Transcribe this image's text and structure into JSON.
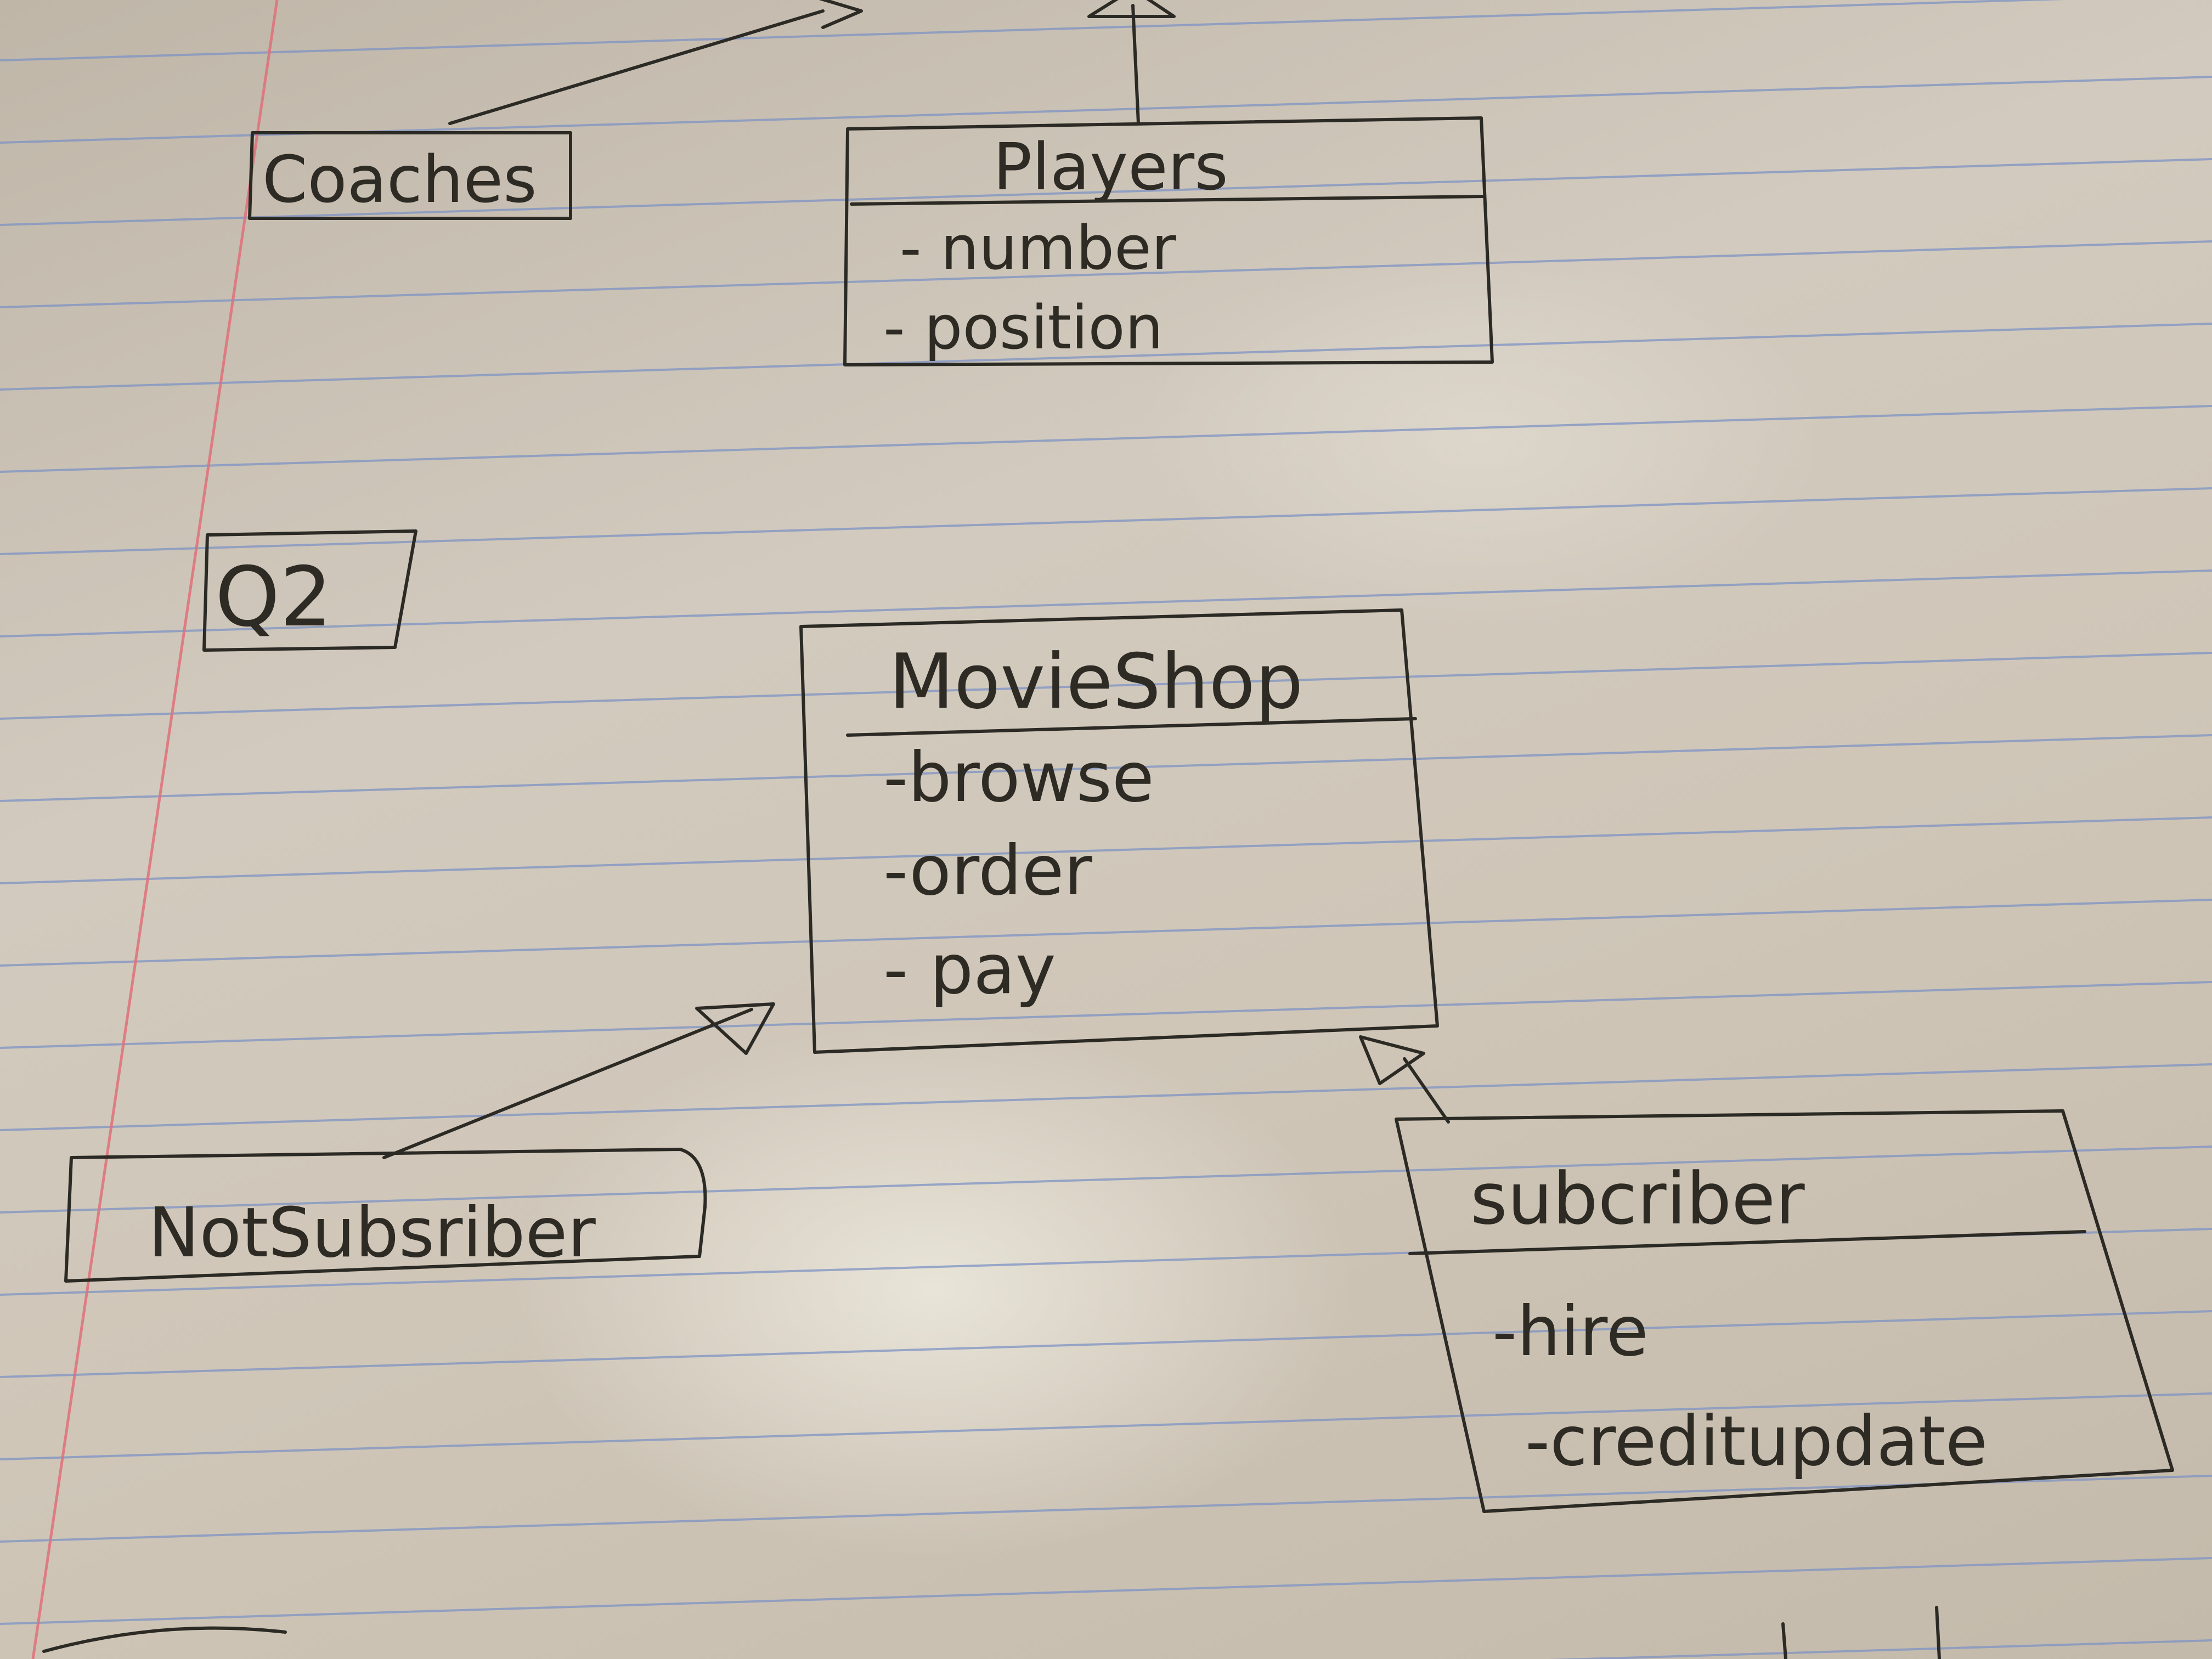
{
  "diagram": {
    "classes": [
      {
        "id": "coaches",
        "name": "Coaches",
        "members": []
      },
      {
        "id": "players",
        "name": "Players",
        "members": [
          "- number",
          "- position"
        ]
      },
      {
        "id": "movieshop",
        "name": "MovieShop",
        "members": [
          "-browse",
          "-order",
          "- pay"
        ]
      },
      {
        "id": "notsubscriber",
        "name": "NotSubsriber",
        "members": []
      },
      {
        "id": "subscriber",
        "name": "subcriber",
        "members": [
          "-hire",
          "-creditupdate"
        ]
      }
    ],
    "section_label": "Q2",
    "relations": [
      {
        "from": "coaches",
        "to": "offscreen-parent",
        "type": "generalization"
      },
      {
        "from": "players",
        "to": "offscreen-parent",
        "type": "generalization"
      },
      {
        "from": "notsubscriber",
        "to": "movieshop",
        "type": "generalization"
      },
      {
        "from": "subscriber",
        "to": "movieshop",
        "type": "generalization"
      }
    ]
  },
  "colors": {
    "ink": "#2c2a24",
    "margin_line": "#e0707a",
    "rule_line": "#7e93c4"
  }
}
